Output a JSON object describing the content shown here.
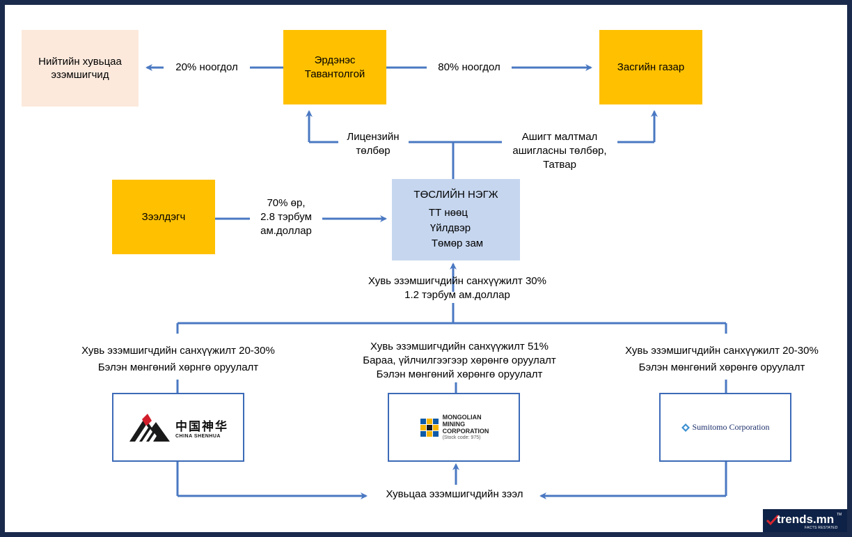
{
  "diagram": {
    "public_holders": [
      "Нийтийн хувьцаа",
      "эзэмшигчид"
    ],
    "erdenes": [
      "Эрдэнэс",
      "Тавантолгой"
    ],
    "government": "Засгийн газар",
    "lender": "Зээлдэгч",
    "project": {
      "title": "ТӨСЛИЙН НЭГЖ",
      "items": [
        "ТТ нөөц",
        "Үйлдвэр",
        "Төмөр зам"
      ]
    },
    "labels": {
      "dividend_20": "20% ноогдол",
      "dividend_80": "80% ноогдол",
      "license_fee": [
        "Лицензийн",
        "төлбөр"
      ],
      "royalty": [
        "Ашигт малтмал",
        "ашигласны төлбөр,",
        "Татвар"
      ],
      "loan": [
        "70% өр,",
        "2.8 тэрбум",
        "ам.доллар"
      ],
      "equity_30": [
        "Хувь эзэмшигчдийн санхүүжилт 30%",
        "1.2 тэрбум ам.доллар"
      ],
      "left_investor": [
        "Хувь эзэмшигчдийн санхүүжилт 20-30%",
        "Бэлэн мөнгөний хөрнгө оруулалт"
      ],
      "middle_investor": [
        "Хувь эзэмшигчдийн санхүүжилт 51%",
        "Бараа, үйлчилгээгээр хөрөнгө оруулалт",
        "Бэлэн мөнгөний хөрөнгө оруулалт"
      ],
      "right_investor": [
        "Хувь эзэмшигчдийн санхүүжилт 20-30%",
        "Бэлэн мөнгөний хөрөнгө оруулалт"
      ],
      "shareholder_loan": "Хувьцаа эзэмшигчдийн зээл"
    },
    "logos": {
      "shenhua_cn": "中国神华",
      "shenhua_en": "CHINA SHENHUA",
      "mmc": [
        "MONGOLIAN",
        "MINING",
        "CORPORATION"
      ],
      "mmc_code": "(Stock code: 975)",
      "sumitomo": "Sumitomo Corporation"
    }
  },
  "watermark": {
    "site": "trends.mn",
    "tm": "TM",
    "tagline": "FACTS RESTATED"
  },
  "colors": {
    "arrow": "#4a78c2",
    "gold": "#ffc000",
    "peach": "#fce9dc",
    "project": "#c6d6ef",
    "frame": "#1a2a4c"
  }
}
